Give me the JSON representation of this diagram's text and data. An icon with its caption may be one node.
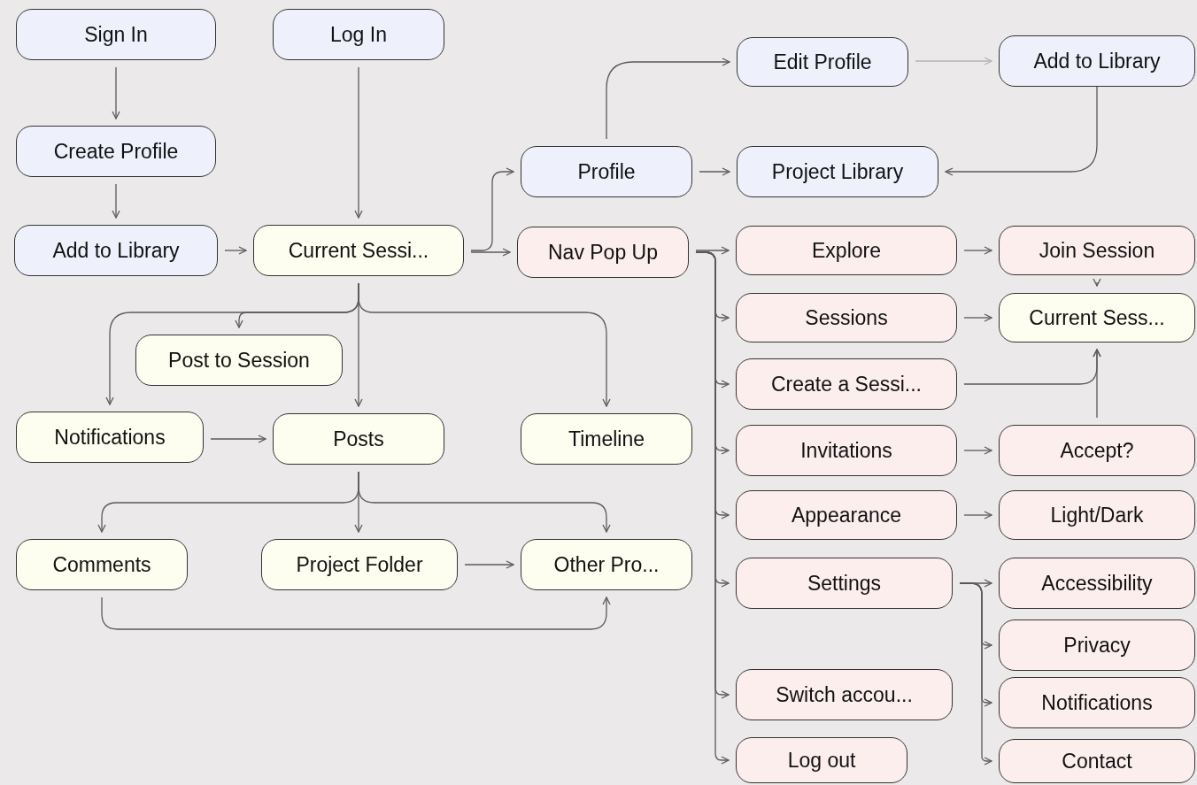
{
  "diagram": {
    "nodes": [
      {
        "text": [
          "Sign In"
        ]
      },
      {
        "text": [
          "Log In"
        ]
      },
      {
        "text": [
          "Edit Profile"
        ]
      },
      {
        "text": [
          "Add to Library"
        ]
      },
      {
        "text": [
          "Create Profile"
        ]
      },
      {
        "text": [
          "Profile"
        ]
      },
      {
        "text": [
          "Project Library"
        ]
      },
      {
        "text": [
          "Add to Library"
        ]
      },
      {
        "text": [
          "Current Sessi..."
        ]
      },
      {
        "text": [
          "Nav Pop Up"
        ]
      },
      {
        "text": [
          "Explore"
        ]
      },
      {
        "text": [
          "Join Session"
        ]
      },
      {
        "text": [
          "Sessions"
        ]
      },
      {
        "text": [
          "Current Sess..."
        ]
      },
      {
        "text": [
          "Post to Session"
        ]
      },
      {
        "text": [
          "Create a Sessi..."
        ]
      },
      {
        "text": [
          "Notifications"
        ]
      },
      {
        "text": [
          "Posts"
        ]
      },
      {
        "text": [
          "Timeline"
        ]
      },
      {
        "text": [
          "Invitations"
        ]
      },
      {
        "text": [
          "Accept?"
        ]
      },
      {
        "text": [
          "Appearance"
        ]
      },
      {
        "text": [
          "Light/Dark"
        ]
      },
      {
        "text": [
          "Comments"
        ]
      },
      {
        "text": [
          "Project Folder"
        ]
      },
      {
        "text": [
          "Other Pro..."
        ]
      },
      {
        "text": [
          "Settings"
        ]
      },
      {
        "text": [
          "Accessibility"
        ]
      },
      {
        "text": [
          "Privacy"
        ]
      },
      {
        "text": [
          "Switch accou..."
        ]
      },
      {
        "text": [
          "Notifications"
        ]
      },
      {
        "text": [
          "Log out"
        ]
      },
      {
        "text": [
          "Contact"
        ]
      }
    ],
    "edges": [
      {
        "from": 0,
        "to": 4,
        "arrow": "to"
      },
      {
        "from": 4,
        "to": 7,
        "arrow": "to"
      },
      {
        "from": 7,
        "to": 8,
        "arrow": "to"
      },
      {
        "from": 1,
        "to": 8,
        "arrow": "to"
      },
      {
        "from": 8,
        "to": 5,
        "arrow": "to"
      },
      {
        "from": 8,
        "to": 9,
        "arrow": "to"
      },
      {
        "from": 5,
        "to": 2,
        "arrow": "to"
      },
      {
        "from": 5,
        "to": 6,
        "arrow": "to"
      },
      {
        "from": 2,
        "to": 3,
        "arrow": "to",
        "color": "#b3b3b3"
      },
      {
        "from": 3,
        "to": 6,
        "arrow": "to"
      },
      {
        "from": 8,
        "to": 14,
        "arrow": "to"
      },
      {
        "from": 8,
        "to": 16,
        "arrow": "to"
      },
      {
        "from": 8,
        "to": 17,
        "arrow": "to"
      },
      {
        "from": 8,
        "to": 18,
        "arrow": "to"
      },
      {
        "from": 16,
        "to": 17,
        "arrow": "to"
      },
      {
        "from": 17,
        "to": 23,
        "arrow": "to"
      },
      {
        "from": 17,
        "to": 24,
        "arrow": "to"
      },
      {
        "from": 17,
        "to": 25,
        "arrow": "to"
      },
      {
        "from": 24,
        "to": 25,
        "arrow": "to"
      },
      {
        "from": 23,
        "to": 25,
        "arrow": "to"
      },
      {
        "from": 9,
        "to": 10,
        "arrow": "to"
      },
      {
        "from": 9,
        "to": 12,
        "arrow": "to"
      },
      {
        "from": 9,
        "to": 15,
        "arrow": "to"
      },
      {
        "from": 9,
        "to": 19,
        "arrow": "to"
      },
      {
        "from": 9,
        "to": 21,
        "arrow": "to"
      },
      {
        "from": 9,
        "to": 26,
        "arrow": "to"
      },
      {
        "from": 9,
        "to": 29,
        "arrow": "to"
      },
      {
        "from": 9,
        "to": 31,
        "arrow": "to"
      },
      {
        "from": 10,
        "to": 11,
        "arrow": "to"
      },
      {
        "from": 11,
        "to": 13,
        "arrow": "to"
      },
      {
        "from": 12,
        "to": 13,
        "arrow": "to"
      },
      {
        "from": 15,
        "to": 13,
        "arrow": "to"
      },
      {
        "from": 20,
        "to": 13,
        "arrow": "to"
      },
      {
        "from": 19,
        "to": 20,
        "arrow": "to"
      },
      {
        "from": 21,
        "to": 22,
        "arrow": "to"
      },
      {
        "from": 26,
        "to": 27,
        "arrow": "to"
      },
      {
        "from": 26,
        "to": 28,
        "arrow": "to"
      },
      {
        "from": 26,
        "to": 30,
        "arrow": "to"
      },
      {
        "from": 26,
        "to": 32,
        "arrow": "to"
      }
    ]
  }
}
